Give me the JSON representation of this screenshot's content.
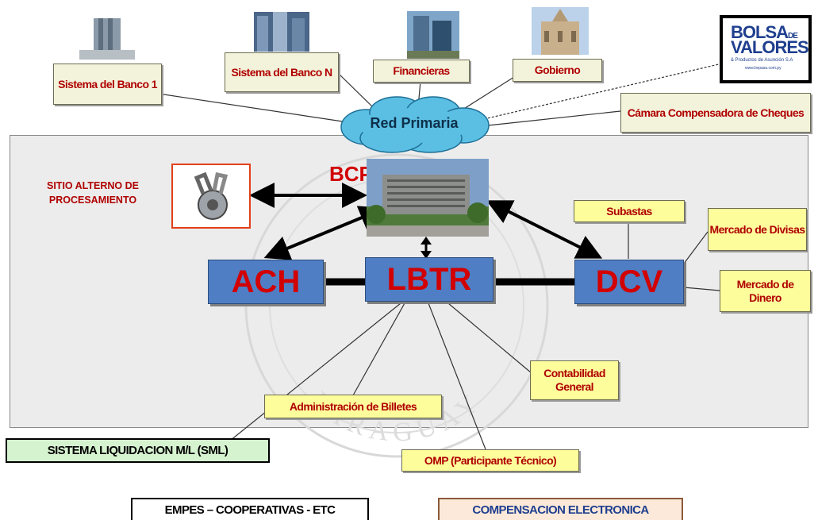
{
  "nodes": {
    "banco1": "Sistema del Banco 1",
    "bancoN": "Sistema del Banco N",
    "financieras": "Financieras",
    "gobierno": "Gobierno",
    "camara": "Cámara Compensadora de Cheques",
    "red_primaria": "Red Primaria",
    "bolsa_logo": {
      "line1": "BOLSA",
      "line2": "DE",
      "line3": "VALORES",
      "tagline": "& Productos de Asunción S.A",
      "url": "www.bvpasa.com.py"
    },
    "sitio_alterno": "SITIO ALTERNO DE PROCESAMIENTO",
    "bcp": "BCP",
    "ach": "ACH",
    "lbtr": "LBTR",
    "dcv": "DCV",
    "subastas": "Subastas",
    "mercado_divisas": "Mercado de Divisas",
    "mercado_dinero": "Mercado de Dinero",
    "contabilidad": "Contabilidad General",
    "billetes": "Administración de Billetes",
    "sml": "SISTEMA LIQUIDACION M/L (SML)",
    "omp": "OMP (Participante Técnico)",
    "empes": "EMPES – COOPERATIVAS - ETC",
    "compensacion": "COMPENSACION ELECTRONICA",
    "watermark": "PARAGUAY"
  },
  "colors": {
    "blue_box": "#4f7ec4",
    "red_text": "#b00000",
    "cloud": "#4fb7dd",
    "panel": "#ececec"
  }
}
